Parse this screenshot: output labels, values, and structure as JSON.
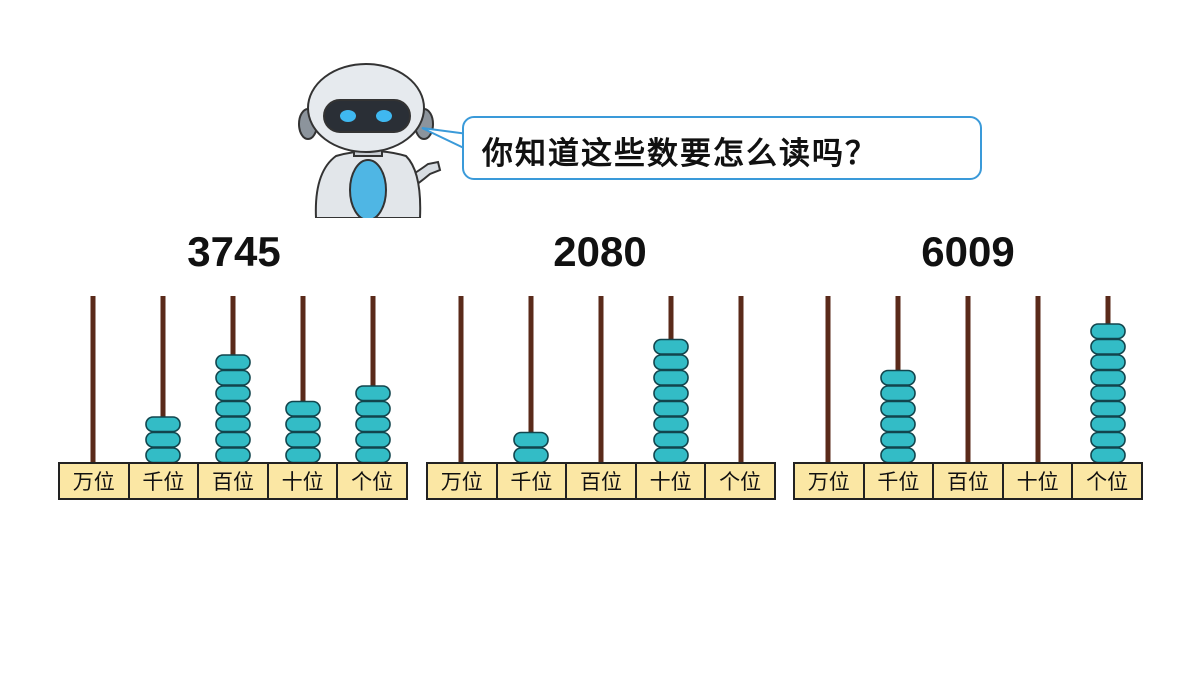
{
  "speech": {
    "text": "你知道这些数要怎么读吗？"
  },
  "place_labels": [
    "万位",
    "千位",
    "百位",
    "十位",
    "个位"
  ],
  "colors": {
    "bead": "#33bcc6",
    "bead_outline": "#12454d",
    "rod": "#5a2a1a",
    "label_bg": "#fbe7a4",
    "bubble_border": "#3a9ad9"
  },
  "abacuses": [
    {
      "number": "3745",
      "beads": [
        0,
        3,
        7,
        4,
        5
      ]
    },
    {
      "number": "2080",
      "beads": [
        0,
        2,
        0,
        8,
        0
      ]
    },
    {
      "number": "6009",
      "beads": [
        0,
        6,
        0,
        0,
        9
      ]
    }
  ]
}
